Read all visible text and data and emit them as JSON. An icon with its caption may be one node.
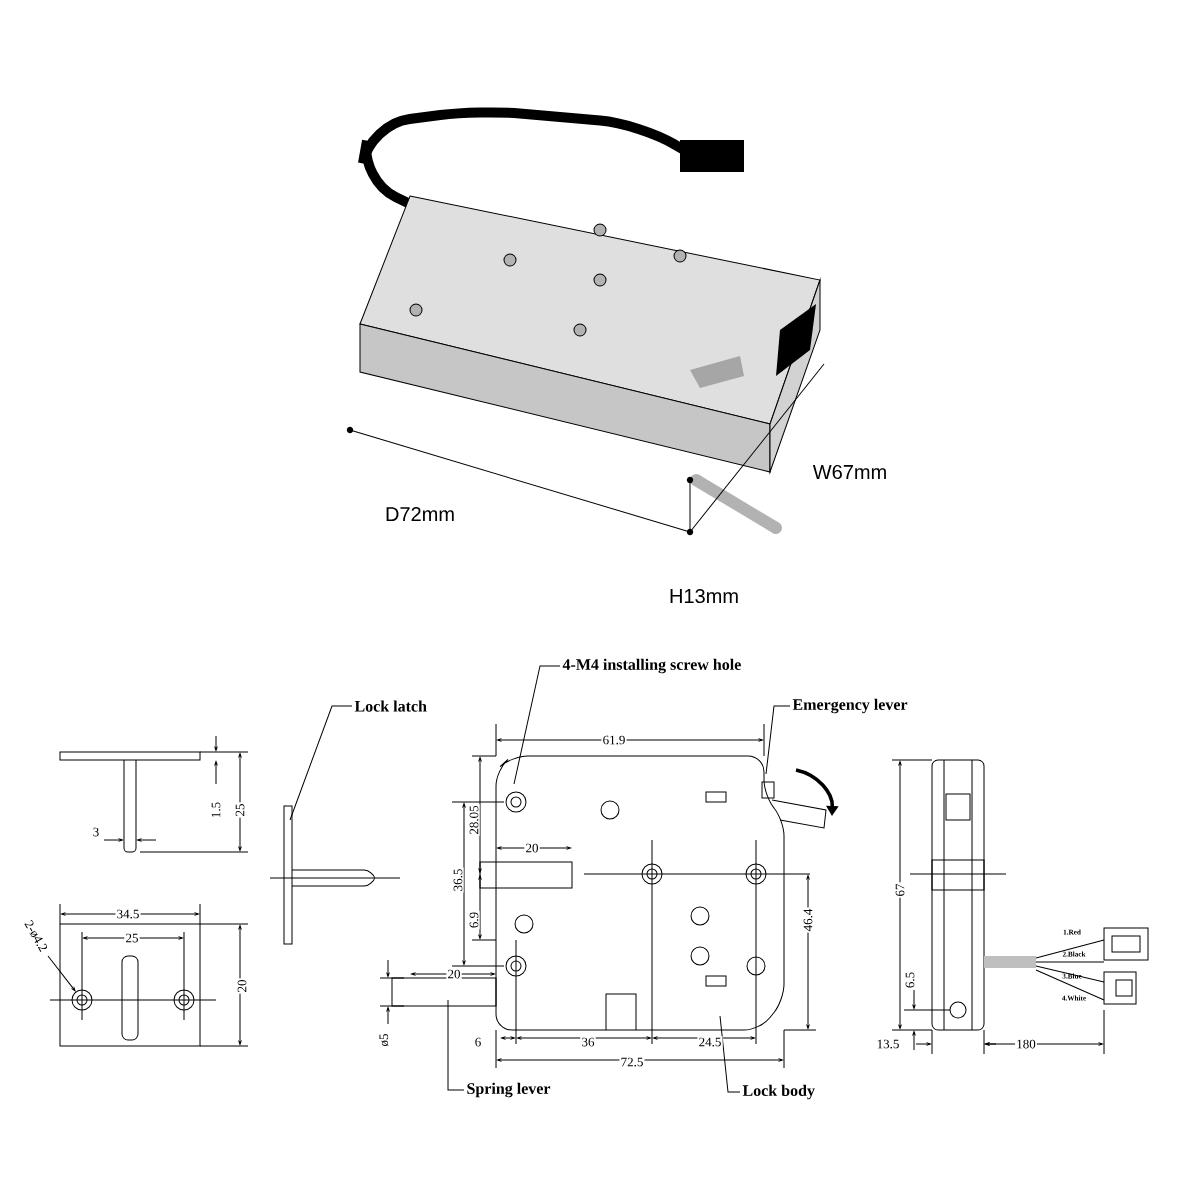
{
  "diagram": {
    "nodes": [
      {
        "text": [
          "Lock latch"
        ]
      },
      {
        "text": [
          "4-M4 installing screw hole"
        ]
      },
      {
        "text": [
          "Emergency lever"
        ]
      },
      {
        "text": [
          "Spring lever"
        ]
      },
      {
        "text": [
          "Lock body"
        ]
      }
    ],
    "edges": [
      {
        "from": 0,
        "to": null,
        "arrow": "none"
      },
      {
        "from": 1,
        "to": null,
        "arrow": "none"
      },
      {
        "from": 2,
        "to": null,
        "arrow": "none"
      },
      {
        "from": 3,
        "to": null,
        "arrow": "none"
      },
      {
        "from": 4,
        "to": null,
        "arrow": "none"
      }
    ],
    "labels": [
      "W67mm",
      "D72mm",
      "H13mm",
      "1.5",
      "25",
      "3",
      "34.5",
      "25",
      "2-ø4.2",
      "20",
      "61.9",
      "28.05",
      "20",
      "36.5",
      "6.9",
      "20",
      "ø5",
      "46.4",
      "6",
      "36",
      "24.5",
      "72.5",
      "67",
      "1.Red",
      "2.Black",
      "3.Blue",
      "6.5",
      "4.White",
      "13.5",
      "180"
    ]
  }
}
